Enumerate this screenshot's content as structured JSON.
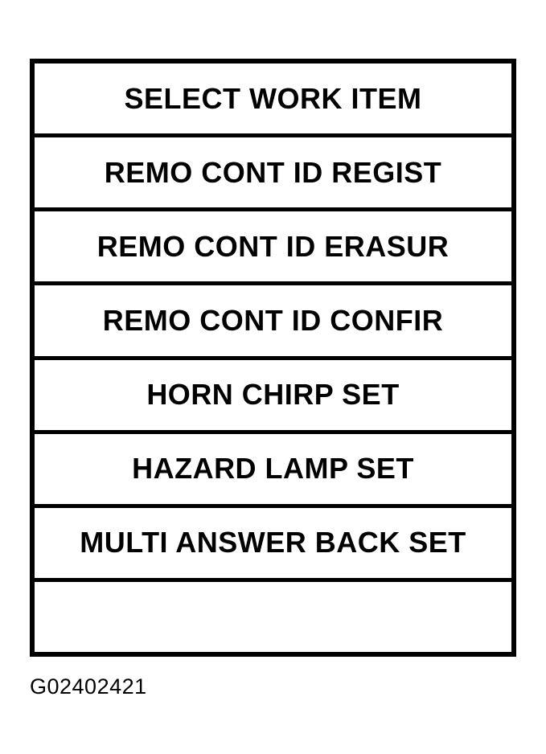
{
  "colors": {
    "background": "#ffffff",
    "line": "#000000",
    "text": "#000000"
  },
  "menu": {
    "rows": [
      "SELECT WORK ITEM",
      "REMO CONT ID REGIST",
      "REMO CONT ID ERASUR",
      "REMO CONT ID CONFIR",
      "HORN CHIRP SET",
      "HAZARD LAMP SET",
      "MULTI ANSWER BACK SET",
      ""
    ]
  },
  "caption": {
    "figure_id": "G02402421"
  }
}
